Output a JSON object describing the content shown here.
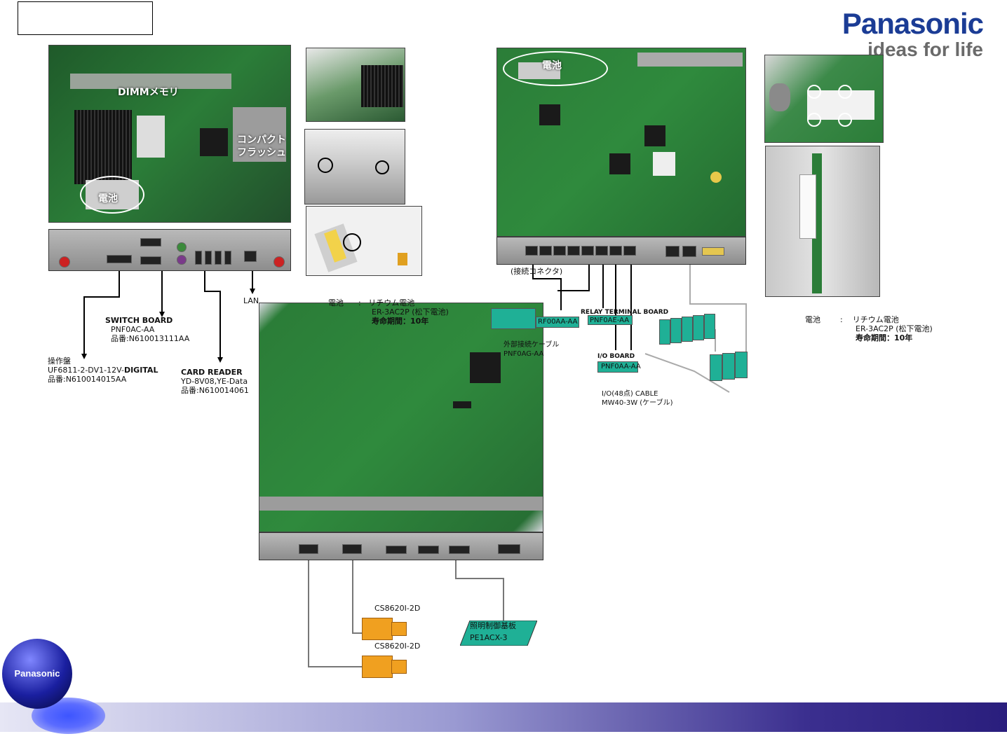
{
  "header": {
    "logo_brand": "Panasonic",
    "logo_tagline": "ideas for life"
  },
  "photos": {
    "cpu_board": {
      "dimm_label": "DIMMメモリ",
      "flash_label": "コンパクト\nフラッシュ",
      "battery_label": "電池"
    },
    "io_board": {
      "battery_label": "電池"
    }
  },
  "labels": {
    "lan": "LAN",
    "switch_board": {
      "title": "SWITCH BOARD",
      "model": "PNF0AC-AA",
      "part": "品番:N610013111AA"
    },
    "operator": {
      "title": "操作盤",
      "model_prefix": "UF6811-2-DV1-12V-",
      "model_bold": "DIGITAL",
      "part": "品番:N610014015AA"
    },
    "card_reader": {
      "title": "CARD READER",
      "model": "YD-8V08,YE-Data",
      "part": "品番:N610014061"
    },
    "battery_center": {
      "label": "電池",
      "colon": ":",
      "type": "リチウム電池",
      "model": "ER-3AC2P (松下電池)",
      "life": "寿命期間：10年"
    },
    "battery_right": {
      "label": "電池",
      "colon": ":",
      "type": "リチウム電池",
      "model": "ER-3AC2P (松下電池)",
      "life": "寿命期間：10年"
    },
    "connectors": {
      "conn_top": "(接続コネクタ)",
      "box_a": "RF00AA-AA",
      "box_b": "PNF0AE-AA",
      "box_c_line1": "I/O BOARD",
      "box_c": "PNF0AA-AA",
      "relay_text_1": "RELAY TERMINAL BOARD",
      "relay_text_2": "PNF0AE-AA",
      "ext_line1": "外部接続ケーブル",
      "ext_line2": "PNF0AG-AA",
      "io_cable_line1": "I/O(48点) CABLE",
      "io_cable_line2": "MW40-3W (ケーブル)"
    },
    "camera1": "CS8620I-2D",
    "camera2": "CS8620I-2D",
    "light_board_line1": "照明制御基板",
    "light_board_line2": "PE1ACX-3"
  },
  "footer": {
    "sphere_text": "Panasonic"
  },
  "colors": {
    "brand_blue": "#1b3c95",
    "teal": "#1fb096",
    "camera_orange": "#f0a020",
    "board_green": "#2b7d38"
  }
}
